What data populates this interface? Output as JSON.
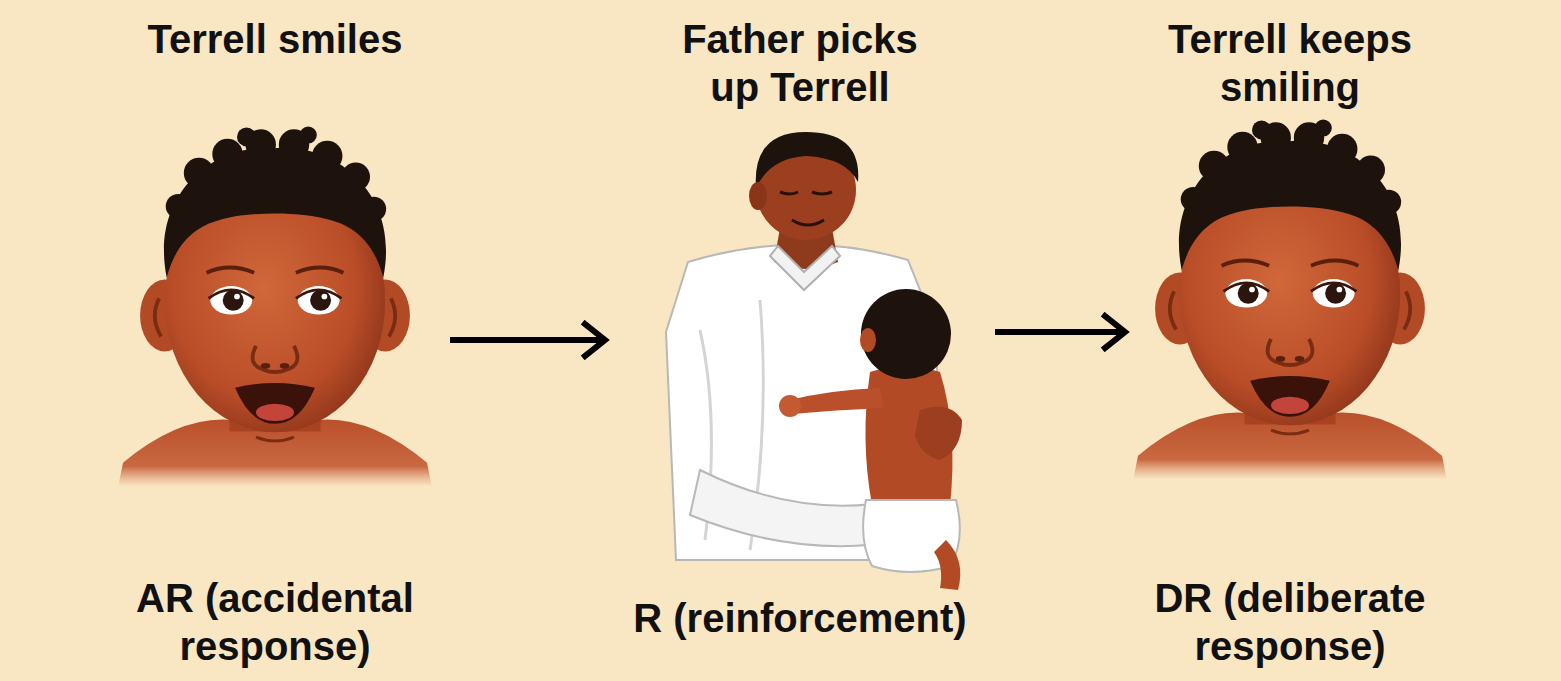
{
  "diagram": {
    "nodes": [
      {
        "text": [
          "Terrell smiles",
          "AR (accidental response)"
        ]
      },
      {
        "text": [
          "Father picks up Terrell",
          "R (reinforcement)"
        ]
      },
      {
        "text": [
          "Terrell keeps smiling",
          "DR (deliberate response)"
        ]
      }
    ],
    "edges": [
      {
        "from": 0,
        "to": 1,
        "arrow": "to"
      },
      {
        "from": 1,
        "to": 2,
        "arrow": "to"
      }
    ]
  }
}
